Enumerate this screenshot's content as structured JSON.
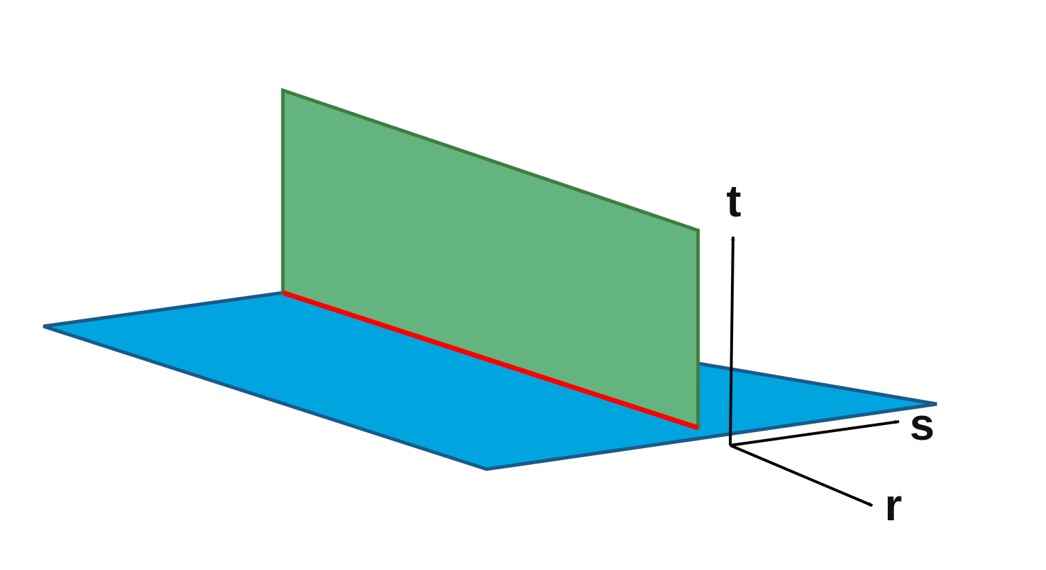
{
  "diagram": {
    "colors": {
      "horizontal_plane_fill": "#00a5e0",
      "horizontal_plane_stroke": "#1a5a8a",
      "vertical_plane_fill": "#64b47f",
      "vertical_plane_stroke": "#3f7d3f",
      "intersection_line": "#ff0000",
      "axes": "#000000"
    },
    "axes": {
      "t": "t",
      "s": "s",
      "r": "r"
    }
  }
}
